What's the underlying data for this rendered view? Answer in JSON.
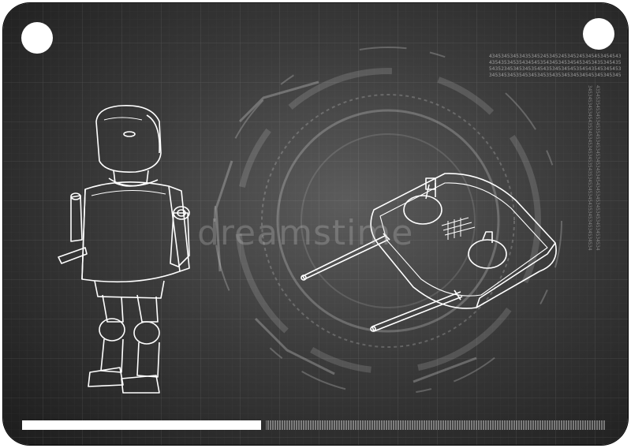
{
  "board": {
    "background": "#2e2e2e",
    "line_color": "#ffffff",
    "watermark": "dreamstime"
  },
  "readout": {
    "lines": [
      "43453453453435345245345245345245345453454543",
      "43543534535434545354345345345453453435345435",
      "54352345345345354543534534545354543545345453",
      "34534534535453453453543534534534545345345345"
    ],
    "column_a": "3453453453454353453453453453543534534534543534534534534534",
    "column_b": "4354535453453453545345345345345345434534534534534534534534"
  },
  "progress": {
    "filled_fraction": 0.41
  },
  "drawings": {
    "robot": "robot-wireframe",
    "tank": "hover-tank-wireframe"
  }
}
